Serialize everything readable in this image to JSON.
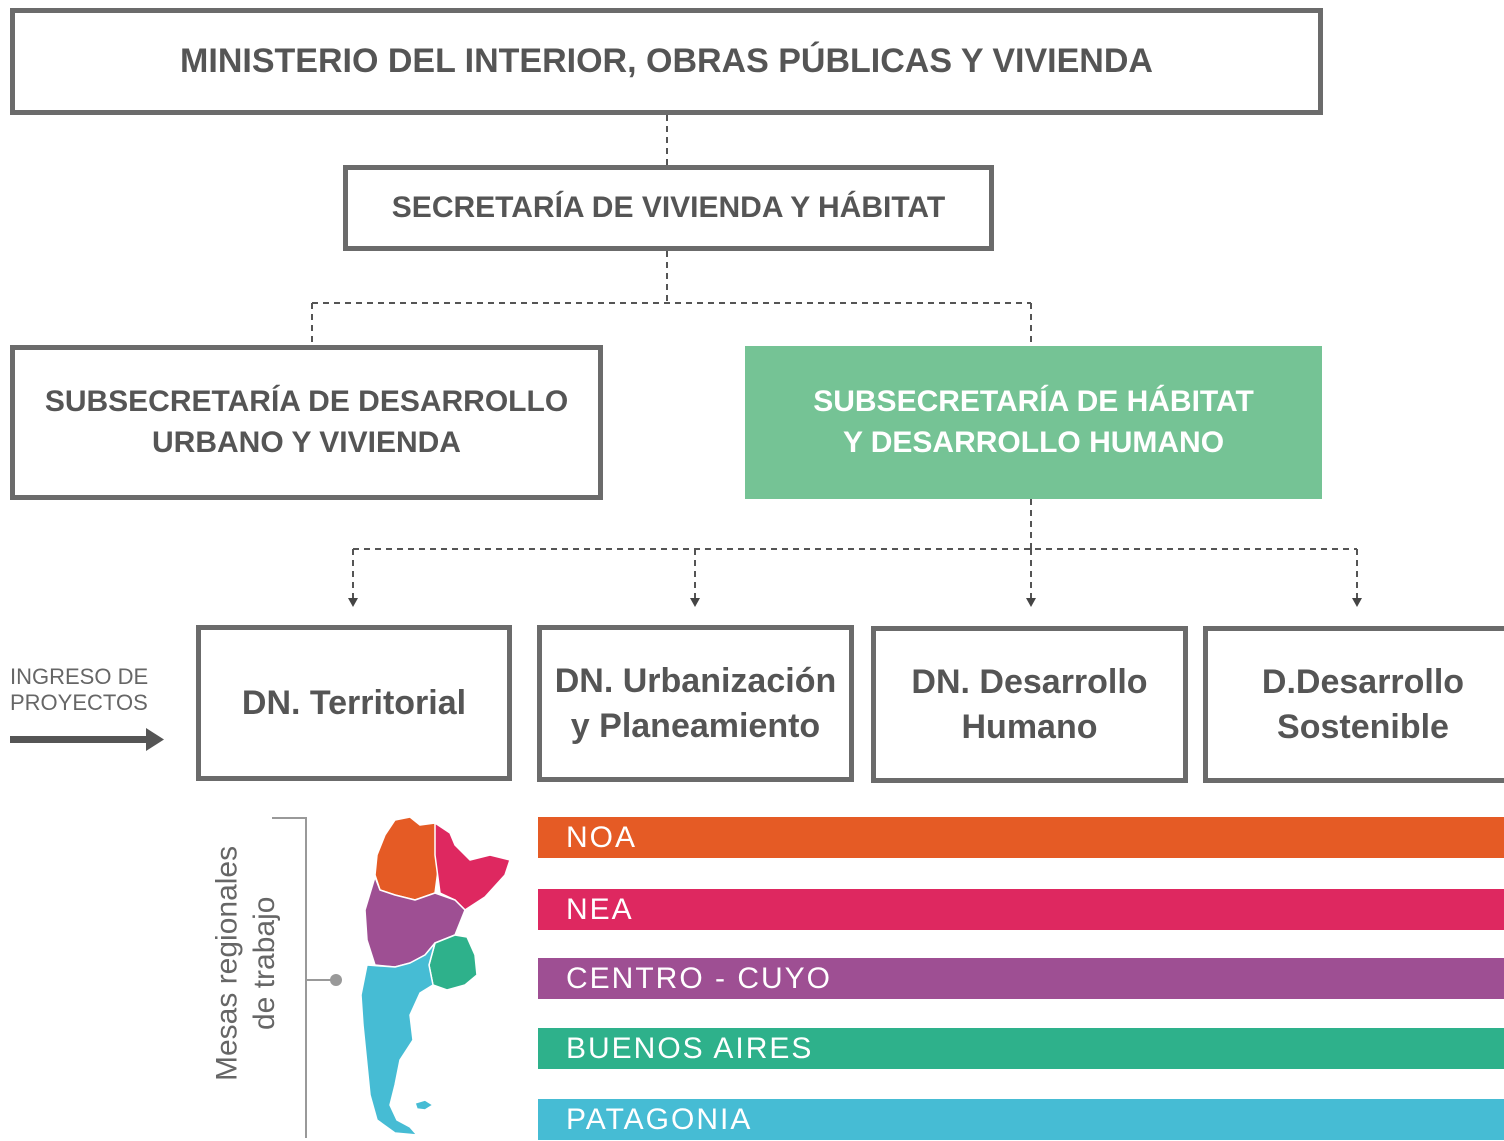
{
  "ministerio": "MINISTERIO DEL INTERIOR, OBRAS PÚBLICAS Y VIVIENDA",
  "secretaria": "SECRETARÍA DE VIVIENDA Y HÁBITAT",
  "subsecretarias": {
    "urbano": [
      "SUBSECRETARÍA DE DESARROLLO",
      "URBANO Y VIVIENDA"
    ],
    "habitat": [
      "SUBSECRETARÍA DE HÁBITAT",
      "Y DESARROLLO HUMANO"
    ]
  },
  "direcciones": {
    "territorial": [
      "DN. Territorial"
    ],
    "urbanizacion": [
      "DN. Urbanización",
      "y Planeamiento"
    ],
    "humano": [
      "DN. Desarrollo",
      "Humano"
    ],
    "sostenible": [
      "D.Desarrollo",
      "Sostenible"
    ]
  },
  "ingreso": [
    "INGRESO DE",
    "PROYECTOS"
  ],
  "mesas_label": [
    "Mesas regionales",
    "de trabajo"
  ],
  "regiones": [
    "NOA",
    "NEA",
    "CENTRO - CUYO",
    "BUENOS AIRES",
    "PATAGONIA"
  ],
  "colors": {
    "habitat_box": "#75c395",
    "noa": "#e55b25",
    "nea": "#de2860",
    "centro_cuyo": "#9e4f93",
    "buenos_aires": "#2eb18b",
    "patagonia": "#46bcd4",
    "border": "#6b6b6b",
    "text": "#555555"
  },
  "icons": [
    "argentina-map-icon",
    "arrow-right-icon"
  ]
}
